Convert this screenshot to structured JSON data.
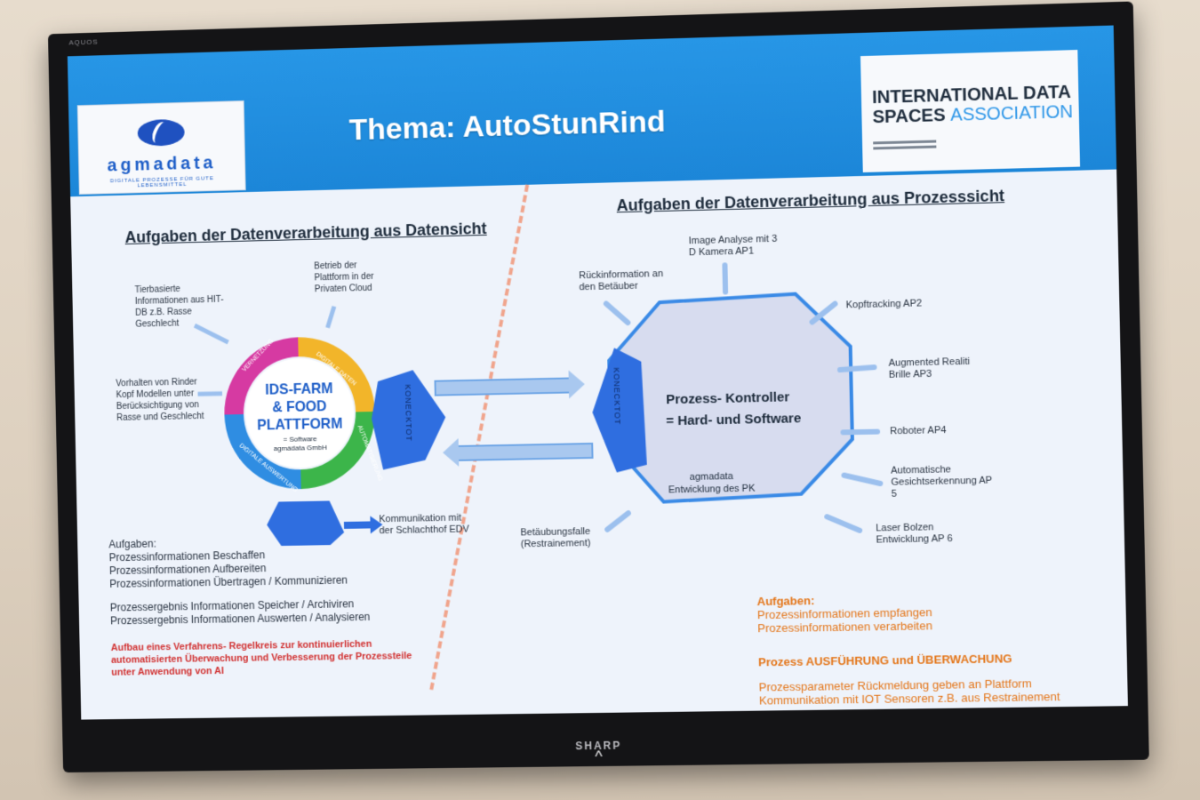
{
  "tv": {
    "brand": "SHARP",
    "model": "AQUOS",
    "chevron": "^"
  },
  "slide": {
    "title": "Thema: AutoStunRind",
    "logo": {
      "word": "agmadata",
      "tagline": "DIGITALE PROZESSE FÜR GUTE LEBENSMITTEL"
    },
    "ids": {
      "line1": "INTERNATIONAL DATA",
      "line2_a": "SPACES",
      "line2_b": "ASSOCIATION"
    },
    "left": {
      "heading": "Aufgaben der Datenverarbeitung aus Datensicht",
      "note_tier": "Tierbasierte Informationen aus HIT-DB z.B. Rasse Geschlecht",
      "note_cloud": "Betrieb der Plattform in der Privaten Cloud",
      "note_kopf": "Vorhalten von Rinder Kopf Modellen unter Berücksichtigung von Rasse und Geschlecht",
      "ring_segments": [
        "VERNETZUNG",
        "DIGITALE DATEN",
        "AUTOMATISIERUNG",
        "DIGITALE AUSWERTUNG"
      ],
      "center_l1": "IDS-FARM",
      "center_l2": "& FOOD",
      "center_l3": "PLATTFORM",
      "center_sub1": "= Software",
      "center_sub2": "agmadata GmbH",
      "connector": "KONECKTOT",
      "komm": "Kommunikation mit der Schlachthof EDV",
      "aufg_title": "Aufgaben:",
      "aufg1": "Prozessinformationen Beschaffen",
      "aufg2": "Prozessinformationen Aufbereiten",
      "aufg3": "Prozessinformationen Übertragen / Kommunizieren",
      "erg1": "Prozessergebnis Informationen Speicher / Archiviren",
      "erg2": "Prozessergebnis Informationen Auswerten / Analysieren",
      "red": "Aufbau eines Verfahrens- Regelkreis zur kontinuierlichen automatisierten Überwachung und Verbesserung der Prozessteile unter Anwendung von AI"
    },
    "right": {
      "heading": "Aufgaben der Datenverarbeitung aus Prozesssicht",
      "connector": "KONECKTOT",
      "center_l1": "Prozess- Kontroller",
      "center_l2": "= Hard- und Software",
      "center_sub1": "agmadata",
      "center_sub2": "Entwicklung des PK",
      "image": "Image Analyse mit 3 D Kamera AP1",
      "rueck": "Rückinformation an den Betäuber",
      "kopf": "Kopftracking AP2",
      "ar": "Augmented Realiti Brille AP3",
      "robot": "Roboter AP4",
      "gesicht": "Automatische Gesichtserkennung AP 5",
      "laser": "Laser Bolzen Entwicklung AP 6",
      "falle": "Betäubungsfalle (Restrainement)",
      "aufg_title": "Aufgaben:",
      "aufg1": "Prozessinformationen empfangen",
      "aufg2": "Prozessinformationen verarbeiten",
      "bold": "Prozess AUSFÜHRUNG und ÜBERWACHUNG",
      "p1": "Prozessparameter Rückmeldung geben an Plattform",
      "p2": "Kommunikation mit IOT Sensoren z.B. aus Restrainement"
    }
  }
}
